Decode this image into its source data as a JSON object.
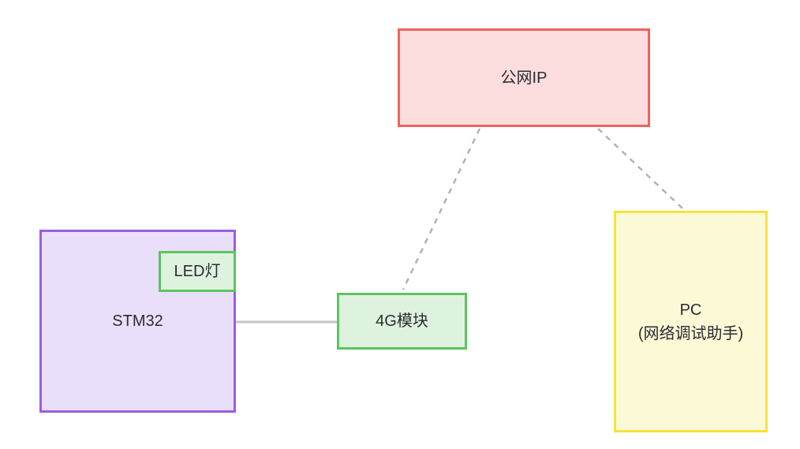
{
  "diagram": {
    "title": "",
    "nodes": {
      "public_ip": {
        "label": "公网IP",
        "fill": "#fbdddd",
        "border": "#f0625c"
      },
      "stm32": {
        "label": "STM32",
        "fill": "#eadffa",
        "border": "#975fe1"
      },
      "led": {
        "label": "LED灯",
        "fill": "#def3dd",
        "border": "#5dc45f"
      },
      "module_4g": {
        "label": "4G模块",
        "fill": "#def3dd",
        "border": "#5dc45f"
      },
      "pc": {
        "label_line1": "PC",
        "label_line2": "(网络调试助手)",
        "fill": "#fcf9d7",
        "border": "#f8e13c"
      }
    },
    "edges": [
      {
        "from": "public_ip",
        "to": "module_4g",
        "style": "dashed",
        "color": "#aeb3b9"
      },
      {
        "from": "public_ip",
        "to": "pc",
        "style": "dashed",
        "color": "#aeb3b9"
      },
      {
        "from": "stm32",
        "to": "module_4g",
        "style": "solid",
        "color": "#c5c5cb"
      }
    ],
    "text_color": "#2b2b33",
    "background": "#ffffff"
  }
}
